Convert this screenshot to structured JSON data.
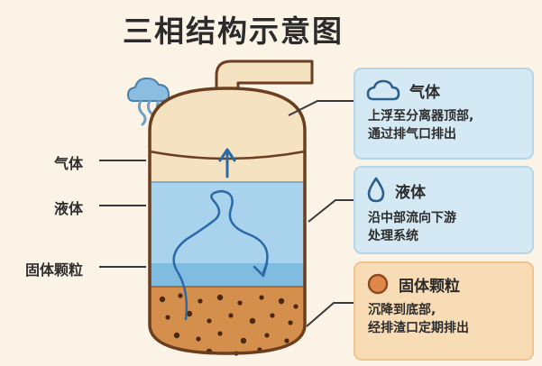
{
  "title": "三相结构示意图",
  "labels": {
    "gas": "气体",
    "liquid": "液体",
    "solid": "固体颗粒"
  },
  "cards": {
    "gas": {
      "title": "气体",
      "line1": "上浮至分离器顶部,",
      "line2": "通过排气口排出",
      "icon": "cloud-icon"
    },
    "liquid": {
      "title": "液体",
      "line1": "沿中部流向下游",
      "line2": "处理系统",
      "icon": "water-drop-icon"
    },
    "solid": {
      "title": "固体颗粒",
      "line1": "沉降到底部,",
      "line2": "经排渣口定期排出",
      "icon": "particle-icon"
    }
  },
  "colors": {
    "outline": "#6b3e1f",
    "gas_zone": "#f5e2c0",
    "liquid_zone": "#a9d3ec",
    "liquid_deep": "#80bce0",
    "sludge_zone": "#d58f4c",
    "flow_arrow": "#2a6aa8",
    "vapor_icon": "#8bbde0"
  }
}
